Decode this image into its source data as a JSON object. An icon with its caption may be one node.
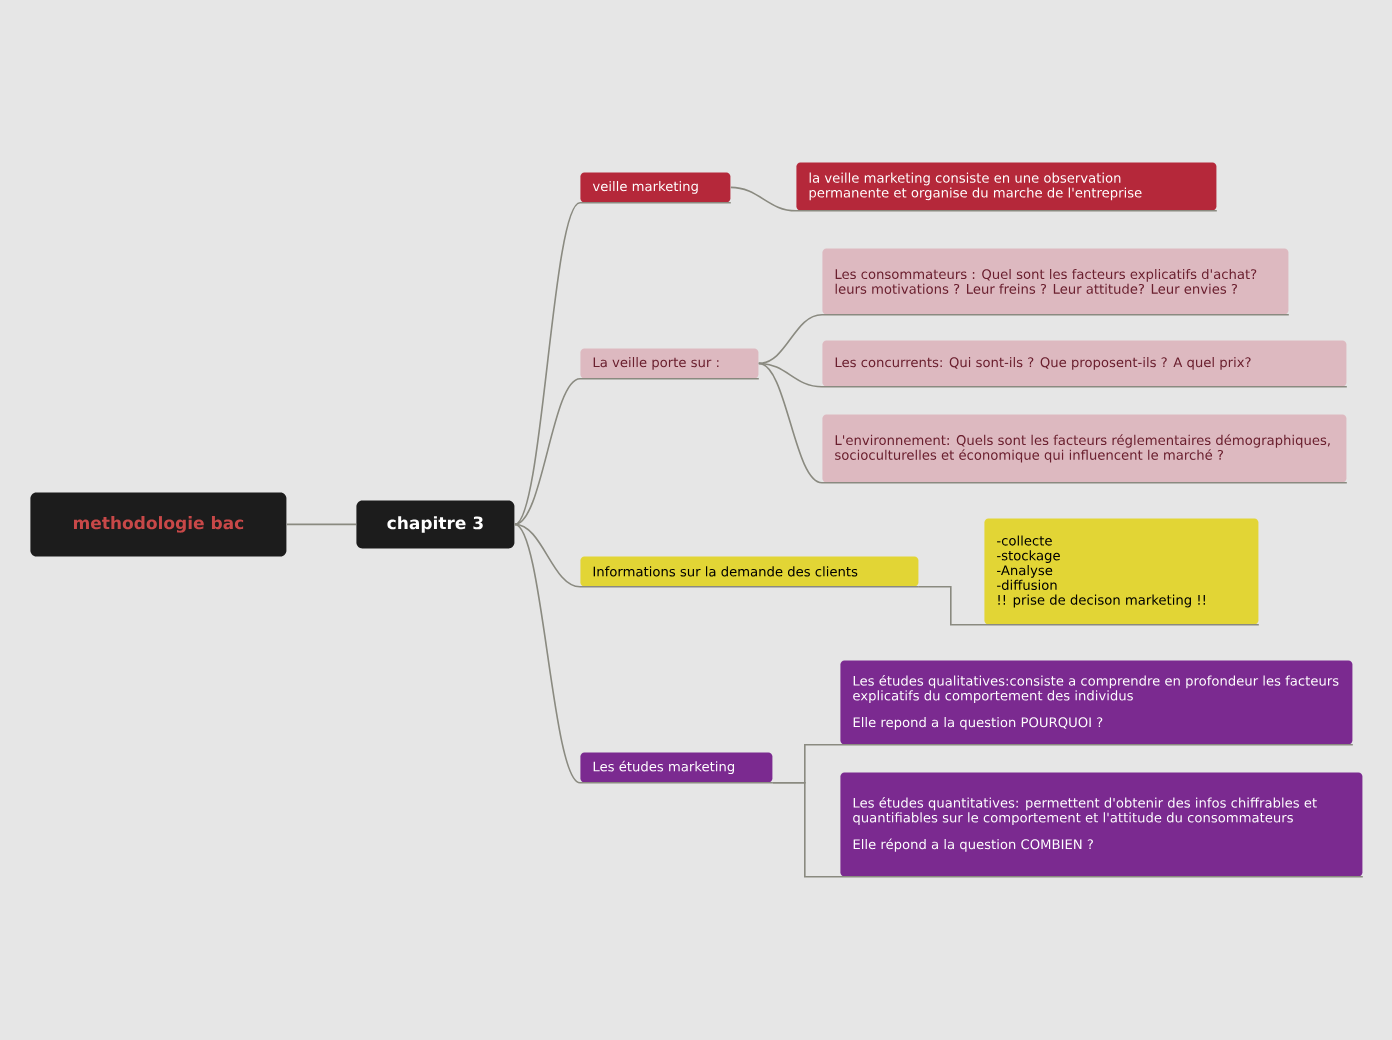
{
  "diagram": {
    "nodes": [
      {
        "text": [
          "methodologie bac"
        ]
      },
      {
        "text": [
          "chapitre 3"
        ]
      },
      {
        "text": [
          "veille marketing"
        ]
      },
      {
        "text": [
          "la veille marketing consiste en une observation permanente et organise du marche de l'entreprise"
        ]
      },
      {
        "text": [
          "La veille porte sur :"
        ]
      },
      {
        "text": [
          "Les consommateurs : Quel sont les facteurs explicatifs d'achat? leurs motivations ? Leur freins ? Leur attitude? Leur envies ?"
        ]
      },
      {
        "text": [
          "Les concurrents: Qui sont-ils ? Que proposent-ils ? A quel prix?"
        ]
      },
      {
        "text": [
          "L'environnement: Quels sont les facteurs réglementaires démographiques, socioculturelles et économique qui influencent le marché ?"
        ]
      },
      {
        "text": [
          "Informations sur la demande des clients"
        ]
      },
      {
        "text": [
          "-collecte",
          "-stockage",
          "-Analyse",
          "-diffusion",
          "!! prise de decison marketing !!"
        ]
      },
      {
        "text": [
          "Les études marketing"
        ]
      },
      {
        "text": [
          "Les études qualitatives:consiste a comprendre en profondeur les facteurs explicatifs du comportement des individus",
          "Elle repond a la question POURQUOI ?"
        ]
      },
      {
        "text": [
          "Les études quantitatives: permettent d'obtenir des infos chiffrables et quantifiables sur le comportement et l'attitude du consommateurs",
          "Elle répond a la question COMBIEN ?"
        ]
      }
    ],
    "edges": [
      {
        "from": 0,
        "to": 1,
        "arrow": "none"
      },
      {
        "from": 1,
        "to": 2,
        "arrow": "none"
      },
      {
        "from": 1,
        "to": 4,
        "arrow": "none"
      },
      {
        "from": 1,
        "to": 8,
        "arrow": "none"
      },
      {
        "from": 1,
        "to": 10,
        "arrow": "none"
      },
      {
        "from": 2,
        "to": 3,
        "arrow": "none"
      },
      {
        "from": 4,
        "to": 5,
        "arrow": "none"
      },
      {
        "from": 4,
        "to": 6,
        "arrow": "none"
      },
      {
        "from": 4,
        "to": 7,
        "arrow": "none"
      },
      {
        "from": 8,
        "to": 9,
        "arrow": "none"
      },
      {
        "from": 10,
        "to": 11,
        "arrow": "none"
      },
      {
        "from": 10,
        "to": 12,
        "arrow": "none"
      }
    ]
  }
}
